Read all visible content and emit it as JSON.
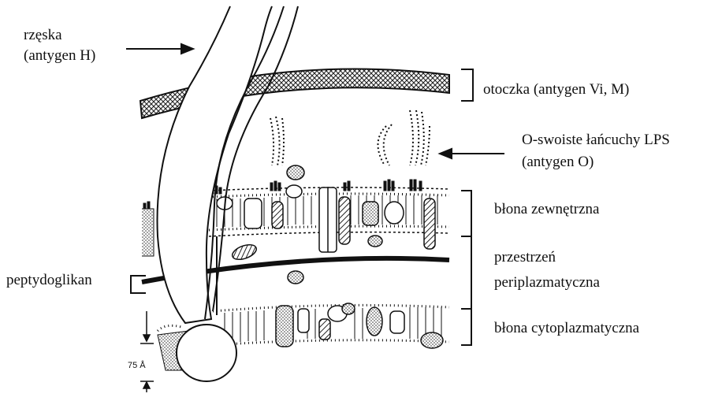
{
  "labels": {
    "flagellum_line1": "rzęska",
    "flagellum_line2": "(antygen H)",
    "capsule": "otoczka (antygen Vi, M)",
    "o_chains_line1": "O-swoiste łańcuchy LPS",
    "o_chains_line2": "(antygen O)",
    "outer_membrane": "błona zewnętrzna",
    "periplasm_line1": "przestrzeń",
    "periplasm_line2": "periplazmatyczna",
    "peptidoglycan": "peptydoglikan",
    "cytoplasmic_membrane": "błona cytoplazmatyczna",
    "scale": "75 Å"
  },
  "colors": {
    "ink": "#111111",
    "background": "#ffffff"
  }
}
